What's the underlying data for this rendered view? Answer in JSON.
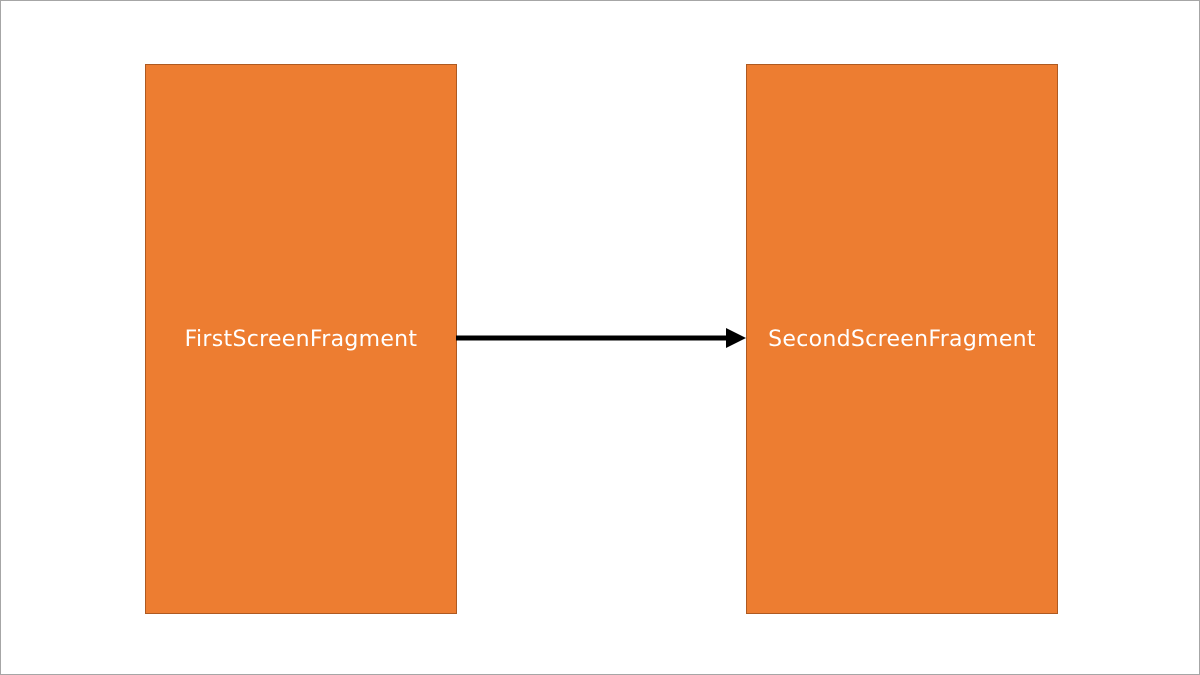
{
  "nodes": {
    "first": {
      "label": "FirstScreenFragment"
    },
    "second": {
      "label": "SecondScreenFragment"
    }
  },
  "colors": {
    "node_fill": "#ed7d31",
    "node_border": "#ae5a21",
    "node_text": "#ffffff",
    "edge": "#000000",
    "slide_border": "#a6a6a6"
  },
  "edges": [
    {
      "from": "first",
      "to": "second",
      "style": "solid-arrow"
    }
  ]
}
